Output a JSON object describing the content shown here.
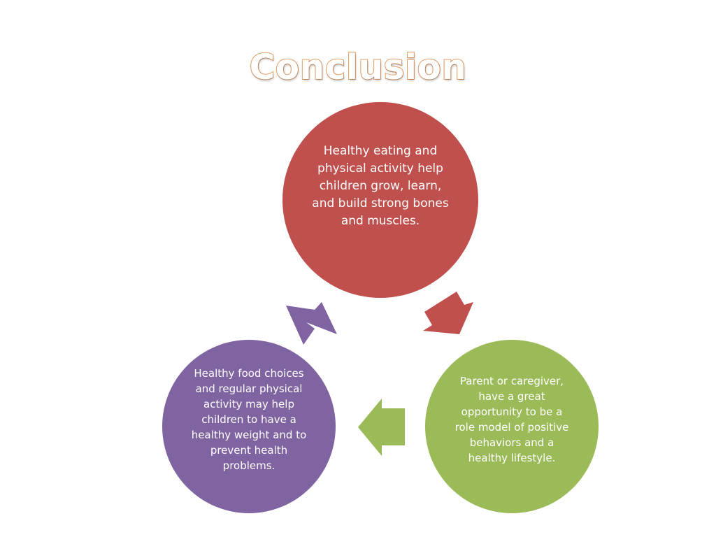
{
  "slide": {
    "title": "Conclusion"
  },
  "cycle": {
    "steps": [
      {
        "text": "Healthy eating and physical activity help children grow, learn, and build strong bones and muscles.",
        "color": "#c0504d"
      },
      {
        "text": "Parent or caregiver, have a great opportunity to be a role model of positive behaviors and a healthy lifestyle.",
        "color": "#9bbb59"
      },
      {
        "text": "Healthy food choices and regular physical activity may help children to have a healthy weight and to prevent health problems.",
        "color": "#8064a2"
      }
    ]
  },
  "colors": {
    "title_outline": "#e8a167",
    "red_arrow": "#c0504d",
    "green_arrow": "#9bbb59",
    "purple_arrow": "#8064a2"
  }
}
